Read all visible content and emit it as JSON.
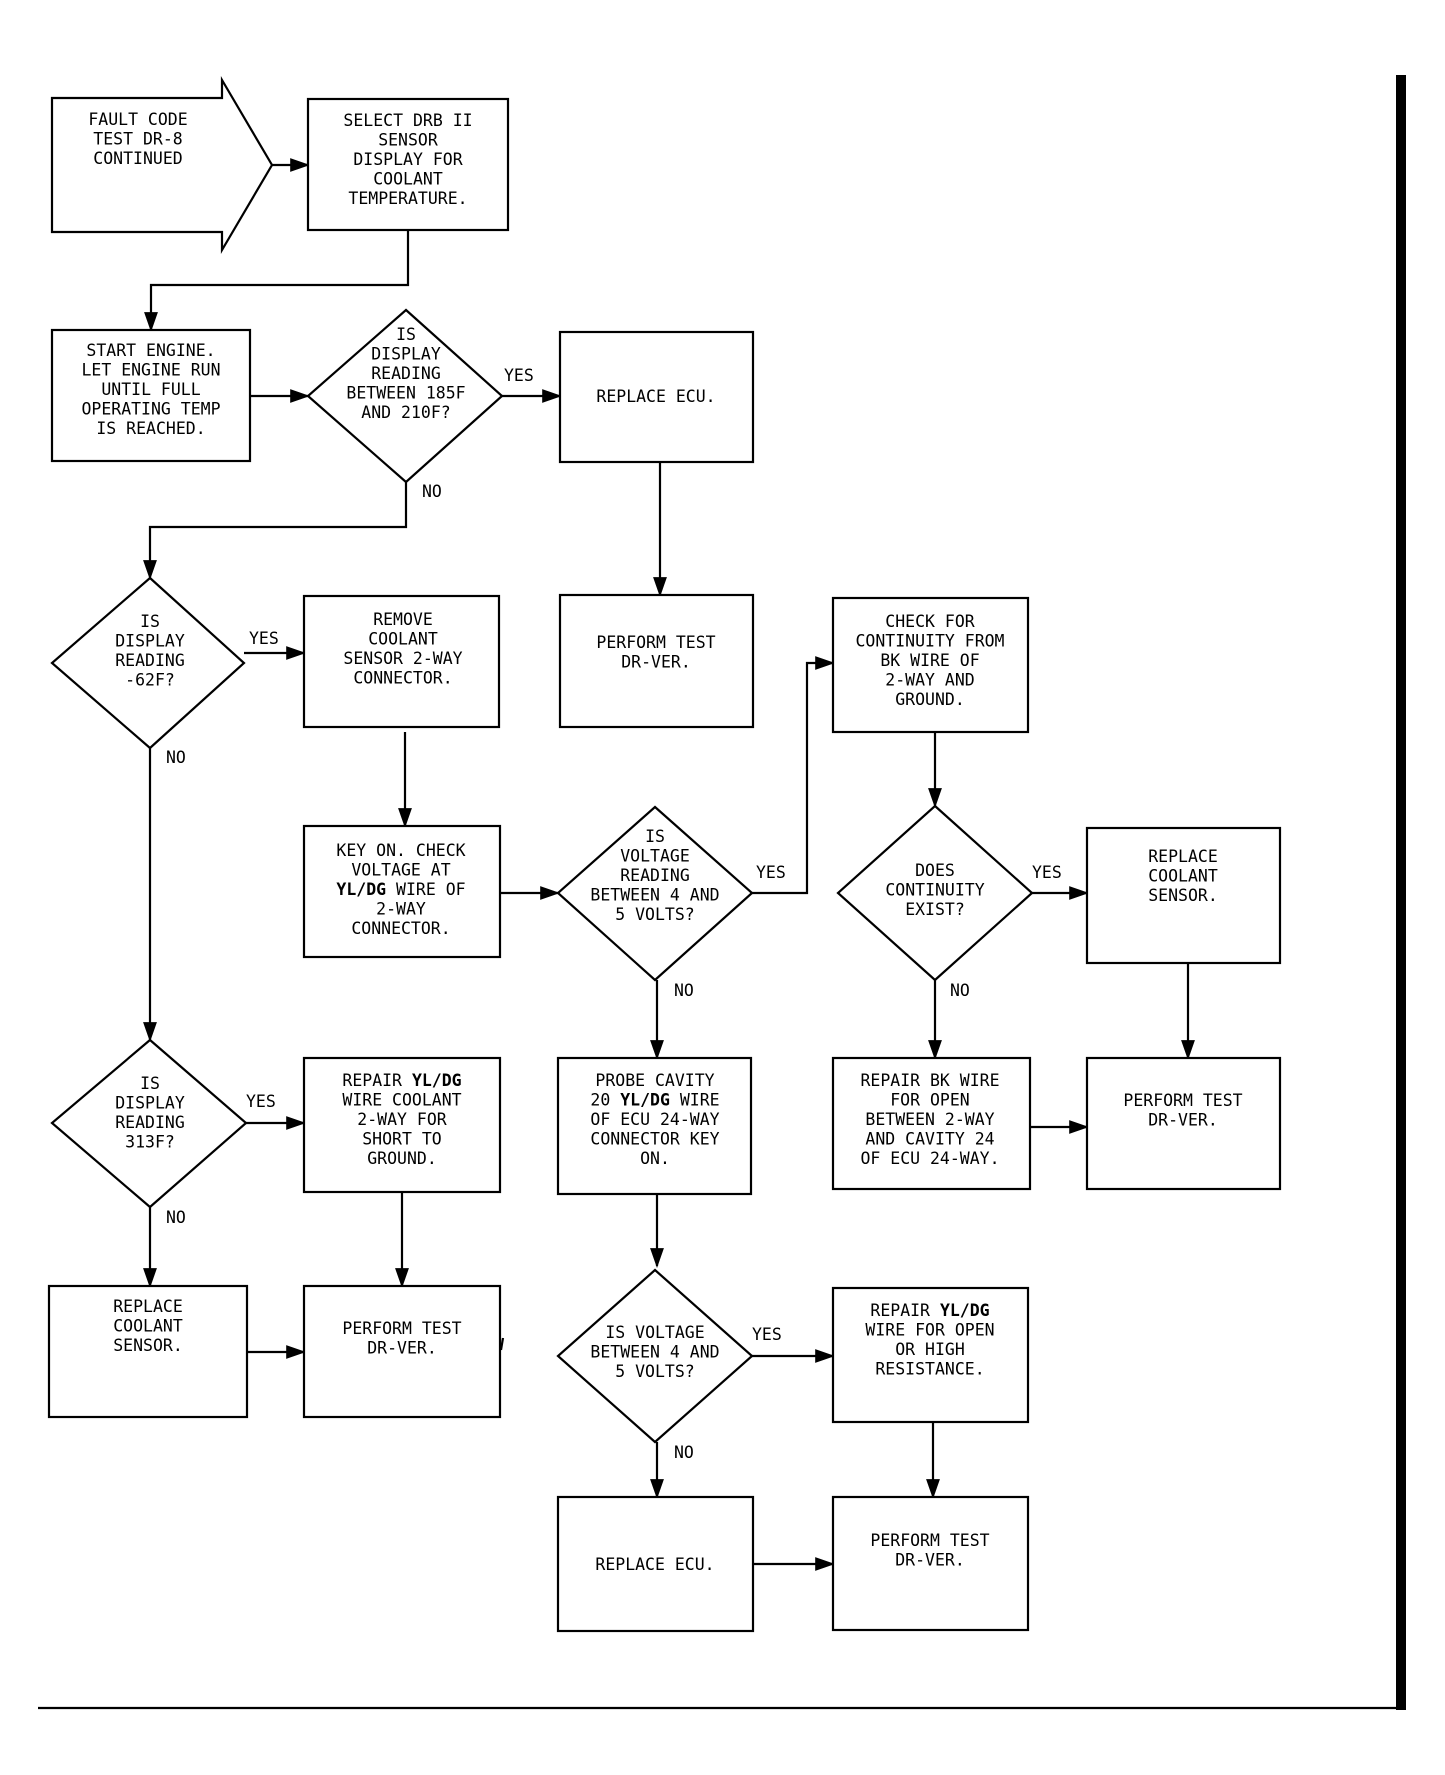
{
  "nodes": {
    "n1": {
      "lines": [
        "FAULT CODE",
        "TEST DR-8",
        "CONTINUED"
      ]
    },
    "n2": {
      "lines": [
        "SELECT DRB II",
        "SENSOR",
        "DISPLAY FOR",
        "COOLANT",
        "TEMPERATURE."
      ]
    },
    "n3": {
      "lines": [
        "START ENGINE.",
        "LET ENGINE RUN",
        "UNTIL FULL",
        "OPERATING TEMP",
        "IS REACHED."
      ]
    },
    "d1": {
      "lines": [
        "IS",
        "DISPLAY",
        "READING",
        "BETWEEN 185F",
        "AND 210F?"
      ]
    },
    "n4": {
      "lines": [
        "REPLACE ECU."
      ]
    },
    "n5": {
      "lines": [
        "PERFORM TEST",
        "DR-VER."
      ]
    },
    "d2": {
      "lines": [
        "IS",
        "DISPLAY",
        "READING",
        "-62F?"
      ]
    },
    "n6": {
      "lines": [
        "REMOVE",
        "COOLANT",
        "SENSOR 2-WAY",
        "CONNECTOR."
      ]
    },
    "n7": {
      "lines": [
        "KEY ON. CHECK",
        "VOLTAGE AT",
        "YL/DG WIRE OF",
        "2-WAY",
        "CONNECTOR."
      ]
    },
    "d3": {
      "lines": [
        "IS",
        "VOLTAGE",
        "READING",
        "BETWEEN 4 AND",
        "5 VOLTS?"
      ]
    },
    "n8": {
      "lines": [
        "CHECK FOR",
        "CONTINUITY FROM",
        "BK WIRE OF",
        "2-WAY AND",
        "GROUND."
      ]
    },
    "d4": {
      "lines": [
        "DOES",
        "CONTINUITY",
        "EXIST?"
      ]
    },
    "n9": {
      "lines": [
        "REPLACE",
        "COOLANT",
        "SENSOR."
      ]
    },
    "d5": {
      "lines": [
        "IS",
        "DISPLAY",
        "READING",
        "313F?"
      ]
    },
    "n10": {
      "lines": [
        "REPAIR YL/DG",
        "WIRE COOLANT",
        "2-WAY FOR",
        "SHORT TO",
        "GROUND."
      ]
    },
    "n11": {
      "lines": [
        "PROBE CAVITY",
        "20 YL/DG WIRE",
        "OF ECU 24-WAY",
        "CONNECTOR KEY",
        "ON."
      ]
    },
    "n12": {
      "lines": [
        "REPAIR BK WIRE",
        "FOR OPEN",
        "BETWEEN 2-WAY",
        "AND CAVITY 24",
        "OF ECU 24-WAY."
      ]
    },
    "n13": {
      "lines": [
        "PERFORM TEST",
        "DR-VER."
      ]
    },
    "n14": {
      "lines": [
        "REPLACE",
        "COOLANT",
        "SENSOR."
      ]
    },
    "n15": {
      "lines": [
        "PERFORM TEST",
        "DR-VER."
      ]
    },
    "d6": {
      "lines": [
        "IS VOLTAGE",
        "BETWEEN 4 AND",
        "5 VOLTS?"
      ]
    },
    "n16": {
      "lines": [
        "REPAIR YL/DG",
        "WIRE FOR OPEN",
        "OR HIGH",
        "RESISTANCE."
      ]
    },
    "n17": {
      "lines": [
        "REPLACE ECU."
      ]
    },
    "n18": {
      "lines": [
        "PERFORM TEST",
        "DR-VER."
      ]
    }
  },
  "edge_labels": {
    "d1_yes": "YES",
    "d1_no": "NO",
    "d2_yes": "YES",
    "d2_no": "NO",
    "d3_yes": "YES",
    "d3_no": "NO",
    "d4_yes": "YES",
    "d4_no": "NO",
    "d5_yes": "YES",
    "d5_no": "NO",
    "d6_yes": "YES",
    "d6_no": "NO"
  }
}
